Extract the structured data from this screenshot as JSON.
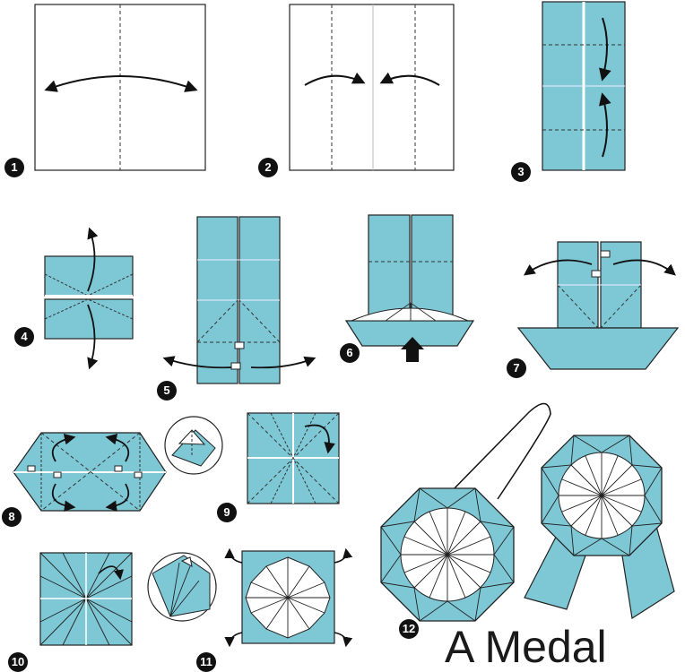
{
  "title": "A Medal",
  "colors": {
    "paper_fill": "#7ec8d6",
    "paper_white": "#ffffff",
    "outline": "#111111",
    "fold_line": "#333333"
  },
  "steps": [
    {
      "label": "1"
    },
    {
      "label": "2"
    },
    {
      "label": "3"
    },
    {
      "label": "4"
    },
    {
      "label": "5"
    },
    {
      "label": "6"
    },
    {
      "label": "7"
    },
    {
      "label": "8"
    },
    {
      "label": "9"
    },
    {
      "label": "10"
    },
    {
      "label": "11"
    },
    {
      "label": "12"
    }
  ],
  "icons": [
    "arrow-icon",
    "push-arrow-icon",
    "zoom-circle-icon",
    "ribbon-loop-icon"
  ]
}
